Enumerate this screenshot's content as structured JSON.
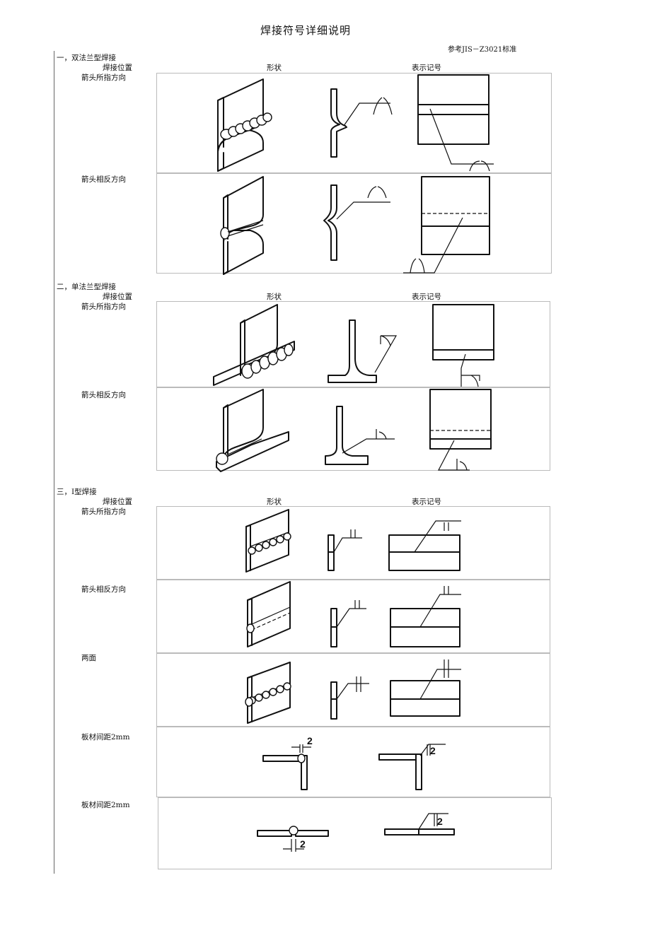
{
  "doc_title": "焊接符号详细说明",
  "reference": "参考JIS－Z3021标准",
  "column_headers": {
    "position": "焊接位置",
    "shape": "形状",
    "symbol": "表示记号"
  },
  "sections": [
    {
      "heading": "一，双法兰型焊接",
      "rows": [
        "箭头所指方向",
        "箭头相反方向"
      ]
    },
    {
      "heading": "二，单法兰型焊接",
      "rows": [
        "箭头所指方向",
        "箭头相反方向"
      ]
    },
    {
      "heading": "三，I型焊接",
      "rows": [
        "箭头所指方向",
        "箭头相反方向",
        "两面",
        "板材间距2mm",
        "板材间距2mm"
      ]
    }
  ],
  "gap_value": "2"
}
